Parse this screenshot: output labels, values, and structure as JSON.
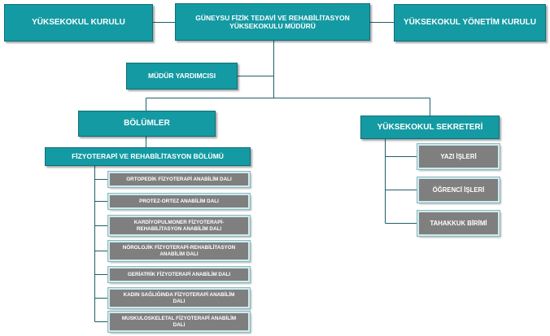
{
  "top": {
    "left": "YÜKSEKOKUL KURULU",
    "center": "GÜNEYSU FİZİK TEDAVİ VE REHABİLİTASYON YÜKSEKOKULU MÜDÜRÜ",
    "right": "YÜKSEKOKUL YÖNETİM KURULU"
  },
  "deputy": "MÜDÜR YARDIMCISI",
  "departments": "BÖLÜMLER",
  "secretary": "YÜKSEKOKUL SEKRETERİ",
  "department_name": "FİZYOTERAPİ VE REHABİLİTASYON BÖLÜMÜ",
  "divisions": [
    "ORTOPEDİK FİZYOTERAPİ ANABİLİM DALI",
    "PROTEZ-ORTEZ ANABİLİM DALI",
    "KARDİYOPULMONER FİZYOTERAPİ-REHABİLİTASYON ANABİLİM DALI",
    "NÖROLOJİK FİZYOTERAPİ-REHABİLİTASYON ANABİLİM DALI",
    "GERİATRİK FİZYOTERAPİ ANABİLİM DALI",
    "KADIN SAĞLIĞINDA FİZYOTERAPİ ANABİLİM DALI",
    "MUSKULOSKELETAL FİZYOTERAPİ ANABİLİM DALI"
  ],
  "secretariat_units": [
    "YAZI İŞLERİ",
    "ÖĞRENCİ İŞLERİ",
    "TAHAKKUK BİRİMİ"
  ],
  "colors": {
    "teal": "#149aa3",
    "gray": "#7f7f7f",
    "line": "#1f5f6b"
  }
}
